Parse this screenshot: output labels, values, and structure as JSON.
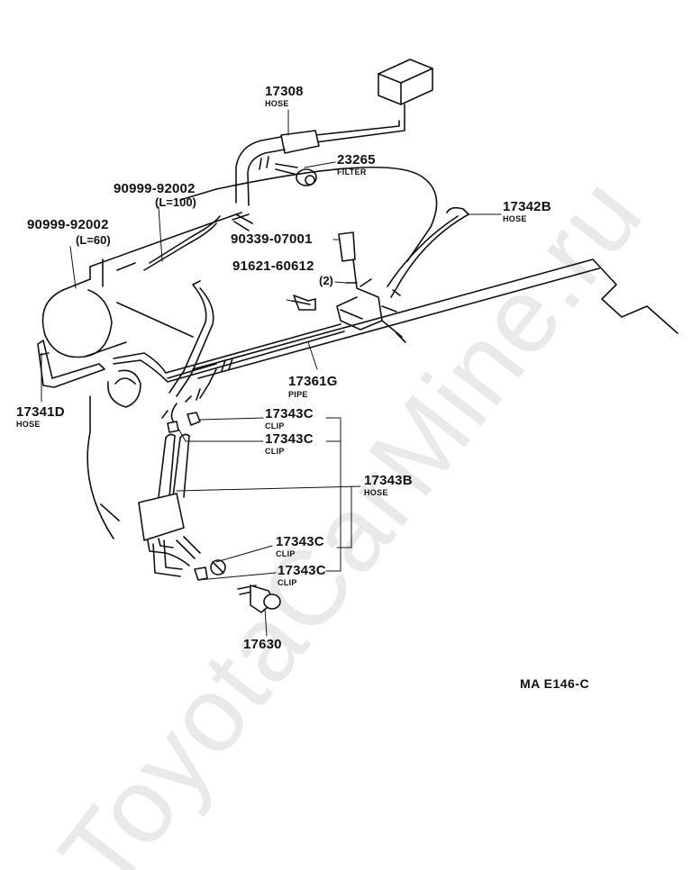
{
  "watermark": "ToyotaCarMine.ru",
  "reference_code": "MA E146-C",
  "parts": [
    {
      "id": "p17308",
      "number": "17308",
      "desc": "HOSE"
    },
    {
      "id": "p23265",
      "number": "23265",
      "desc": "FILTER"
    },
    {
      "id": "p9099a",
      "number": "90999-92002",
      "desc": "(L=100)"
    },
    {
      "id": "p9099b",
      "number": "90999-92002",
      "desc": "(L=60)"
    },
    {
      "id": "p17342B",
      "number": "17342B",
      "desc": "HOSE"
    },
    {
      "id": "p90339",
      "number": "90339-07001",
      "desc": ""
    },
    {
      "id": "p91621",
      "number": "91621-60612",
      "desc": "(2)"
    },
    {
      "id": "p17361G",
      "number": "17361G",
      "desc": "PIPE"
    },
    {
      "id": "p17341D",
      "number": "17341D",
      "desc": "HOSE"
    },
    {
      "id": "p17343C1",
      "number": "17343C",
      "desc": "CLIP"
    },
    {
      "id": "p17343C2",
      "number": "17343C",
      "desc": "CLIP"
    },
    {
      "id": "p17343B",
      "number": "17343B",
      "desc": "HOSE"
    },
    {
      "id": "p17343C3",
      "number": "17343C",
      "desc": "CLIP"
    },
    {
      "id": "p17343C4",
      "number": "17343C",
      "desc": "CLIP"
    },
    {
      "id": "p17630",
      "number": "17630",
      "desc": ""
    }
  ],
  "colors": {
    "line": "#111111",
    "watermark": "#e9e9e9",
    "background": "#ffffff"
  }
}
